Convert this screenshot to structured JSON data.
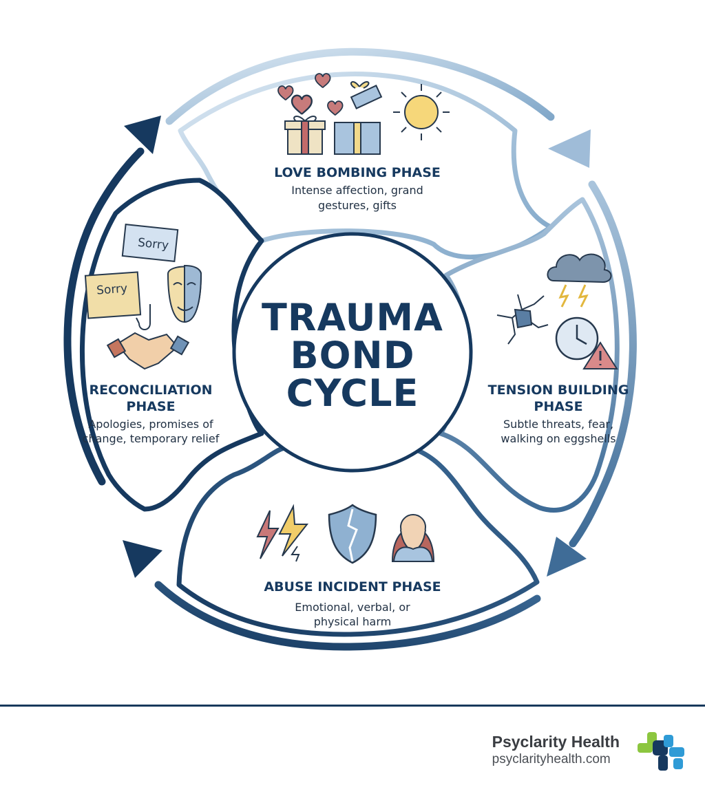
{
  "center": {
    "line1": "TRAUMA",
    "line2": "BOND",
    "line3": "CYCLE"
  },
  "phases": {
    "love": {
      "title": "LOVE BOMBING PHASE",
      "desc1": "Intense affection, grand",
      "desc2": "gestures, gifts"
    },
    "tension": {
      "title1": "TENSION BUILDING",
      "title2": "PHASE",
      "desc1": "Subtle threats, fear,",
      "desc2": "walking on eggshells"
    },
    "abuse": {
      "title": "ABUSE INCIDENT PHASE",
      "desc1": "Emotional, verbal, or",
      "desc2": "physical harm"
    },
    "reconciliation": {
      "title1": "RECONCILIATION",
      "title2": "PHASE",
      "desc1": "Apologies, promises of",
      "desc2": "change, temporary relief"
    }
  },
  "icons": {
    "love": [
      "heart-icon",
      "gift-icon",
      "sun-icon"
    ],
    "tension": [
      "crack-icon",
      "storm-cloud-icon",
      "clock-icon",
      "warning-icon"
    ],
    "abuse": [
      "lightning-icon",
      "broken-shield-icon",
      "crying-person-icon"
    ],
    "reconciliation": [
      "sorry-note-icon",
      "mask-icon",
      "handshake-icon",
      "hook-icon"
    ]
  },
  "notes": {
    "sorry": "Sorry"
  },
  "brand": {
    "name": "Psyclarity Health",
    "url": "psyclarityhealth.com"
  },
  "colors": {
    "navy": "#16395f",
    "mid_blue": "#4f7aa3",
    "light_blue": "#c9dcec"
  }
}
